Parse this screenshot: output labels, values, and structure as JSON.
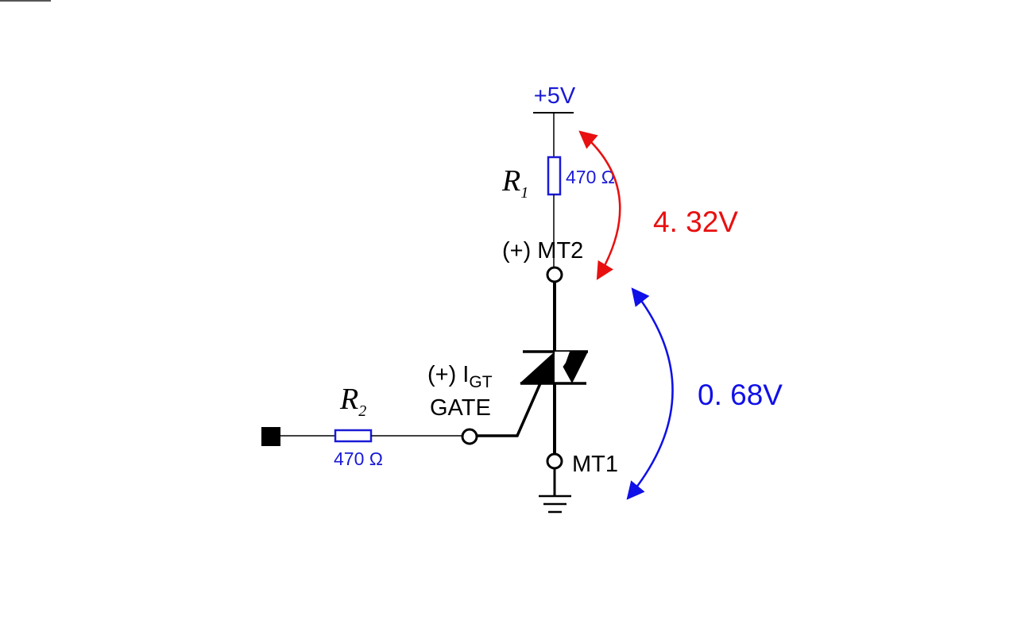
{
  "supply": {
    "label": "+5V"
  },
  "r1": {
    "name": "R",
    "sub": "1",
    "value": "470 Ω"
  },
  "r2": {
    "name": "R",
    "sub": "2",
    "value": "470 Ω"
  },
  "terminals": {
    "mt2": "(+) MT2",
    "mt1": "MT1",
    "gate_line1_prefix": "(+) I",
    "gate_line1_sub": "GT",
    "gate_line2": "GATE"
  },
  "voltages": {
    "drop_r1": "4. 32V",
    "drop_triac": "0. 68V"
  },
  "colors": {
    "component": "#1a1ad6",
    "wire": "#000000",
    "drop_r1": "#e81010",
    "drop_triac": "#1010e8"
  }
}
